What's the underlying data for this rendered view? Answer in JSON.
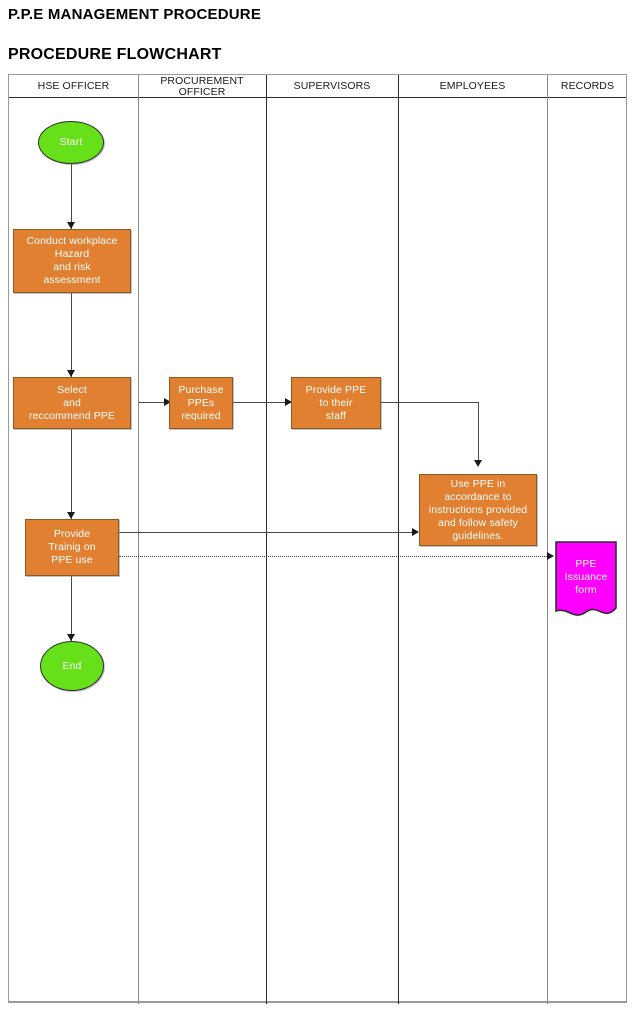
{
  "document": {
    "title": "P.P.E MANAGEMENT PROCEDURE",
    "section_title": "PROCEDURE FLOWCHART"
  },
  "colors": {
    "process_fill": "#e08030",
    "process_border": "#8a5a20",
    "terminator_fill": "#66e018",
    "terminator_border": "#2f2f2f",
    "document_fill": "#ff00ff",
    "document_border": "#2f2f2f",
    "lane_border": "#2b2b2b",
    "connector": "#4a4a4a",
    "text_on_shape": "#ffffff"
  },
  "swimlanes": {
    "headers": [
      {
        "id": "hse-officer",
        "label": "HSE OFFICER"
      },
      {
        "id": "procurement-officer",
        "label": "PROCUREMENT\nOFFICER"
      },
      {
        "id": "supervisors",
        "label": "SUPERVISORS"
      },
      {
        "id": "employees",
        "label": "EMPLOYEES"
      },
      {
        "id": "records",
        "label": "RECORDS"
      }
    ]
  },
  "flowchart": {
    "nodes": [
      {
        "id": "start",
        "lane": "hse-officer",
        "shape": "terminator",
        "label": "Start"
      },
      {
        "id": "conduct-hazard-assessment",
        "lane": "hse-officer",
        "shape": "process",
        "label": "Conduct workplace\nHazard\nand risk\nassessment"
      },
      {
        "id": "select-recommend-ppe",
        "lane": "hse-officer",
        "shape": "process",
        "label": "Select\nand\nreccommend PPE"
      },
      {
        "id": "purchase-ppes",
        "lane": "procurement-officer",
        "shape": "process",
        "label": "Purchase\nPPEs\nrequired"
      },
      {
        "id": "provide-ppe-staff",
        "lane": "supervisors",
        "shape": "process",
        "label": "Provide PPE\nto their\nstaff"
      },
      {
        "id": "use-ppe",
        "lane": "employees",
        "shape": "process",
        "label": "Use PPE in\naccordance to\ninstructions provided\nand follow safety\nguidelines."
      },
      {
        "id": "provide-training",
        "lane": "hse-officer",
        "shape": "process",
        "label": "Provide\nTrainig on\nPPE use"
      },
      {
        "id": "ppe-issuance-form",
        "lane": "records",
        "shape": "document",
        "label": "PPE\nIssuance\nform"
      },
      {
        "id": "end",
        "lane": "hse-officer",
        "shape": "terminator",
        "label": "End"
      }
    ],
    "edges": [
      {
        "from": "start",
        "to": "conduct-hazard-assessment",
        "style": "solid"
      },
      {
        "from": "conduct-hazard-assessment",
        "to": "select-recommend-ppe",
        "style": "solid"
      },
      {
        "from": "select-recommend-ppe",
        "to": "purchase-ppes",
        "style": "solid"
      },
      {
        "from": "purchase-ppes",
        "to": "provide-ppe-staff",
        "style": "solid"
      },
      {
        "from": "provide-ppe-staff",
        "to": "use-ppe",
        "style": "solid"
      },
      {
        "from": "select-recommend-ppe",
        "to": "provide-training",
        "style": "solid"
      },
      {
        "from": "provide-training",
        "to": "use-ppe",
        "style": "solid"
      },
      {
        "from": "provide-training",
        "to": "ppe-issuance-form",
        "style": "dotted"
      },
      {
        "from": "provide-training",
        "to": "end",
        "style": "solid"
      }
    ]
  }
}
